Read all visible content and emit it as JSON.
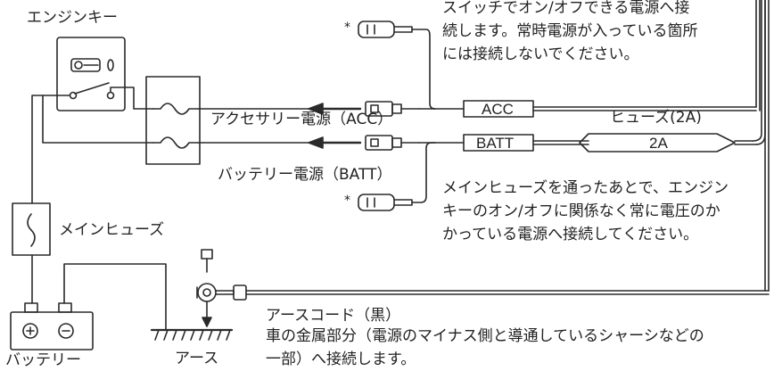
{
  "labels": {
    "engine_key": "エンジンキー",
    "acc_power": "アクセサリー電源（ACC）",
    "batt_power": "バッテリー電源（BATT）",
    "main_fuse": "メインヒューズ",
    "fuse_2a_label": "ヒューズ(2A)",
    "battery": "バッテリー",
    "ground": "アース",
    "ground_cord": "アースコード（黒）",
    "acc_tag": "ACC",
    "batt_tag": "BATT",
    "fuse_value": "2A",
    "asterisk": "*"
  },
  "notes": {
    "acc_note": [
      "スイッチでオン/オフできる電源へ接",
      "続します。常時電源が入っている箇所",
      "には接続しないでください。"
    ],
    "batt_note": [
      "メインヒューズを通ったあとで、エンジン",
      "キーのオン/オフに関係なく常に電圧のか",
      "かっている電源へ接続してください。"
    ],
    "ground_note": [
      "車の金属部分（電源のマイナス側と導通しているシャーシなどの",
      "一部）へ接続します。"
    ]
  },
  "colors": {
    "line": "#2a2a2a",
    "background": "#ffffff"
  }
}
